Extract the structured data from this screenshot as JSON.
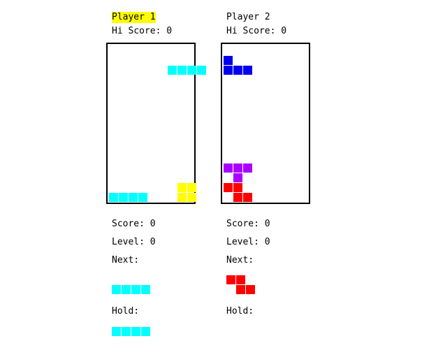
{
  "app": {
    "title": "Tetris Two Player",
    "background_color": "#ffffff",
    "cell_size": 13,
    "cell_gap": 1
  },
  "colors": {
    "I": "#00ffff",
    "O": "#ffff00",
    "T": "#aa00ff",
    "S": "#ff0000",
    "Z": "#ff0000",
    "J": "#0000ee",
    "L": "#ff7f00",
    "board_border": "#000000",
    "text": "#000000",
    "highlight": "#ffff00"
  },
  "players": [
    {
      "id": "p1",
      "name_label": "Player 1",
      "name_highlighted": true,
      "hi_score_label": "Hi Score: 0",
      "hi_score_value": 0,
      "score_label": "Score: 0",
      "score_value": 0,
      "level_label": "Level: 0",
      "level_value": 0,
      "next_label": "Next:",
      "hold_label": "Hold:",
      "board": {
        "columns": 9,
        "rows": 16,
        "blocks": [
          {
            "col": 6,
            "row": 2,
            "color": "#00ffff",
            "piece": "I"
          },
          {
            "col": 7,
            "row": 2,
            "color": "#00ffff",
            "piece": "I"
          },
          {
            "col": 8,
            "row": 2,
            "color": "#00ffff",
            "piece": "I"
          },
          {
            "col": 9,
            "row": 2,
            "color": "#00ffff",
            "piece": "I"
          },
          {
            "col": 0,
            "row": 15,
            "color": "#00ffff",
            "piece": "I"
          },
          {
            "col": 1,
            "row": 15,
            "color": "#00ffff",
            "piece": "I"
          },
          {
            "col": 2,
            "row": 15,
            "color": "#00ffff",
            "piece": "I"
          },
          {
            "col": 3,
            "row": 15,
            "color": "#00ffff",
            "piece": "I"
          },
          {
            "col": 7,
            "row": 14,
            "color": "#ffff00",
            "piece": "O"
          },
          {
            "col": 8,
            "row": 14,
            "color": "#ffff00",
            "piece": "O"
          },
          {
            "col": 7,
            "row": 15,
            "color": "#ffff00",
            "piece": "O"
          },
          {
            "col": 8,
            "row": 15,
            "color": "#ffff00",
            "piece": "O"
          }
        ]
      },
      "next_piece": {
        "name": "I",
        "color": "#00ffff",
        "blocks": [
          {
            "col": 0,
            "row": 1
          },
          {
            "col": 1,
            "row": 1
          },
          {
            "col": 2,
            "row": 1
          },
          {
            "col": 3,
            "row": 1
          }
        ]
      },
      "hold_piece": {
        "name": "I",
        "color": "#00ffff",
        "blocks": [
          {
            "col": 0,
            "row": 0
          },
          {
            "col": 1,
            "row": 0
          },
          {
            "col": 2,
            "row": 0
          },
          {
            "col": 3,
            "row": 0
          }
        ]
      }
    },
    {
      "id": "p2",
      "name_label": "Player 2",
      "name_highlighted": false,
      "hi_score_label": "Hi Score: 0",
      "hi_score_value": 0,
      "score_label": "Score: 0",
      "score_value": 0,
      "level_label": "Level: 0",
      "level_value": 0,
      "next_label": "Next:",
      "hold_label": "Hold:",
      "board": {
        "columns": 9,
        "rows": 16,
        "blocks": [
          {
            "col": 0,
            "row": 1,
            "color": "#0000ee",
            "piece": "J"
          },
          {
            "col": 0,
            "row": 2,
            "color": "#0000ee",
            "piece": "J"
          },
          {
            "col": 1,
            "row": 2,
            "color": "#0000ee",
            "piece": "J"
          },
          {
            "col": 2,
            "row": 2,
            "color": "#0000ee",
            "piece": "J"
          },
          {
            "col": 0,
            "row": 12,
            "color": "#aa00ff",
            "piece": "T"
          },
          {
            "col": 1,
            "row": 12,
            "color": "#aa00ff",
            "piece": "T"
          },
          {
            "col": 2,
            "row": 12,
            "color": "#aa00ff",
            "piece": "T"
          },
          {
            "col": 1,
            "row": 13,
            "color": "#aa00ff",
            "piece": "T"
          },
          {
            "col": 0,
            "row": 14,
            "color": "#ff0000",
            "piece": "Z"
          },
          {
            "col": 1,
            "row": 14,
            "color": "#ff0000",
            "piece": "Z"
          },
          {
            "col": 1,
            "row": 15,
            "color": "#ff0000",
            "piece": "Z"
          },
          {
            "col": 2,
            "row": 15,
            "color": "#ff0000",
            "piece": "Z"
          }
        ]
      },
      "next_piece": {
        "name": "Z",
        "color": "#ff0000",
        "blocks": [
          {
            "col": 0,
            "row": 0
          },
          {
            "col": 1,
            "row": 0
          },
          {
            "col": 1,
            "row": 1
          },
          {
            "col": 2,
            "row": 1
          }
        ]
      },
      "hold_piece": {
        "name": "",
        "color": "",
        "blocks": []
      }
    }
  ]
}
